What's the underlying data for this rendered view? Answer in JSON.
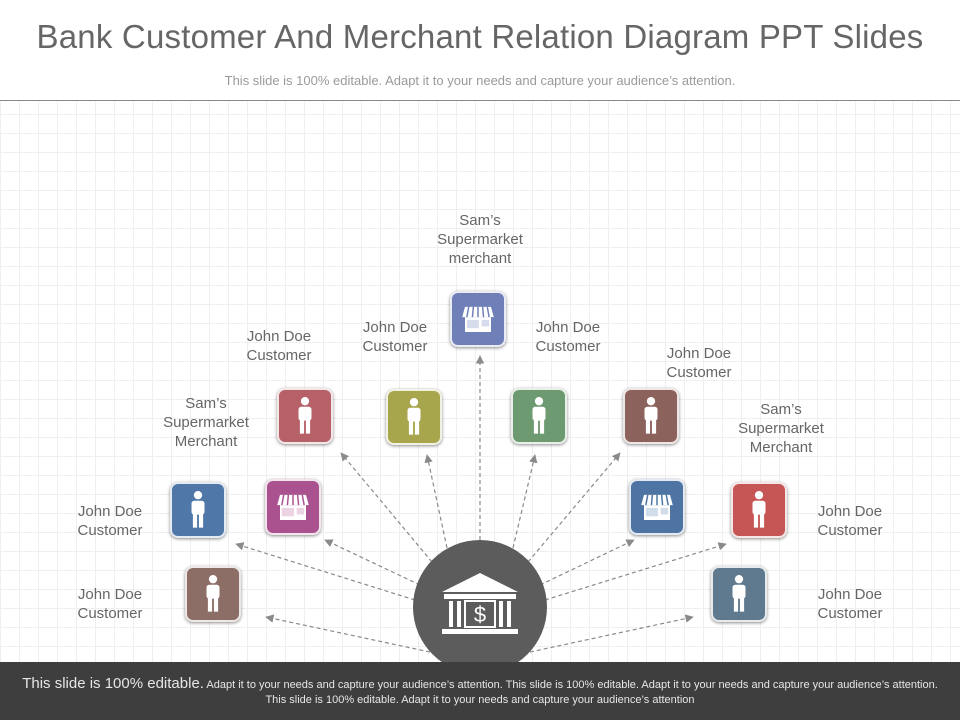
{
  "header": {
    "title": "Bank Customer And Merchant Relation Diagram PPT Slides",
    "subtitle": "This slide is 100% editable. Adapt it to your needs and capture your audience’s attention."
  },
  "diagram": {
    "center": {
      "icon": "bank-icon",
      "symbol": "$"
    },
    "nodes": [
      {
        "id": "merchant-top",
        "label": "Sam’s\nSupermarket\nmerchant",
        "icon": "store-icon",
        "color": "#6f7fb8"
      },
      {
        "id": "customer-top-left",
        "label": "John Doe\nCustomer",
        "icon": "person-icon",
        "color": "#a8a64c"
      },
      {
        "id": "customer-top-right",
        "label": "John Doe\nCustomer",
        "icon": "person-icon",
        "color": "#6e9a72"
      },
      {
        "id": "customer-upper-left",
        "label": "John Doe\nCustomer",
        "icon": "person-icon",
        "color": "#b66068"
      },
      {
        "id": "customer-upper-right",
        "label": "John Doe\nCustomer",
        "icon": "person-icon",
        "color": "#8c625c"
      },
      {
        "id": "merchant-left",
        "label": "Sam’s\nSupermarket\nMerchant",
        "icon": "store-icon",
        "color": "#a9528f"
      },
      {
        "id": "merchant-right",
        "label": "Sam’s\nSupermarket\nMerchant",
        "icon": "store-icon",
        "color": "#4e74a4"
      },
      {
        "id": "customer-mid-left",
        "label": "John Doe\nCustomer",
        "icon": "person-icon",
        "color": "#4f78a8"
      },
      {
        "id": "customer-mid-right",
        "label": "John Doe\nCustomer",
        "icon": "person-icon",
        "color": "#c65656"
      },
      {
        "id": "customer-low-left",
        "label": "John Doe\nCustomer",
        "icon": "person-icon",
        "color": "#8c6e67"
      },
      {
        "id": "customer-low-right",
        "label": "John Doe\nCustomer",
        "icon": "person-icon",
        "color": "#5f7a8e"
      }
    ]
  },
  "footer": {
    "lead": "This slide is 100% editable.",
    "text": "Adapt it to your needs and capture your audience’s attention. This slide is 100% editable. Adapt it to your needs and capture your audience’s attention. This slide is 100% editable. Adapt it to your needs and capture your audience’s attention"
  }
}
